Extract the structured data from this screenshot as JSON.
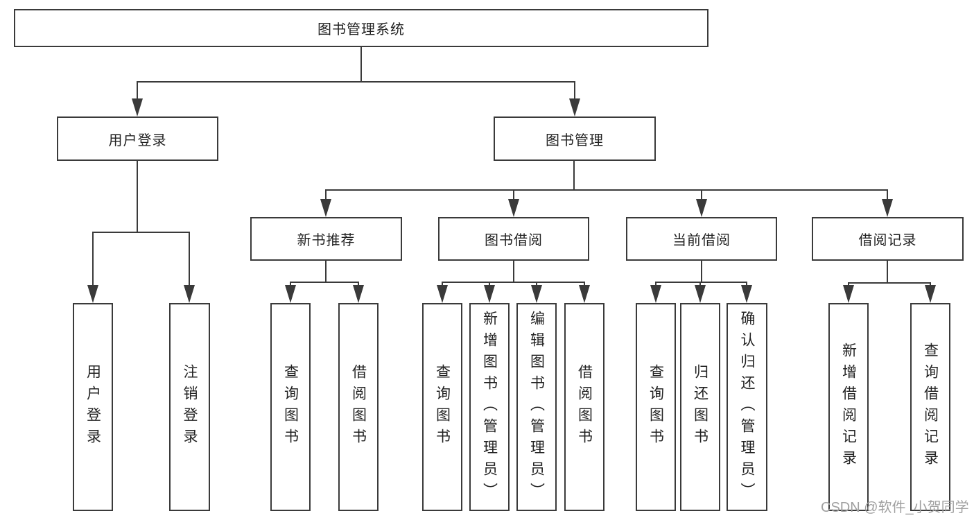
{
  "tree": {
    "root": "图书管理系统",
    "branches": [
      {
        "label": "用户登录",
        "children": [
          "用户登录",
          "注销登录"
        ]
      },
      {
        "label": "图书管理",
        "sections": [
          {
            "label": "新书推荐",
            "children": [
              "查询图书",
              "借阅图书"
            ]
          },
          {
            "label": "图书借阅",
            "children": [
              "查询图书",
              "新增图书（管理员）",
              "编辑图书（管理员）",
              "借阅图书"
            ]
          },
          {
            "label": "当前借阅",
            "children": [
              "查询图书",
              "归还图书",
              "确认归还（管理员）"
            ]
          },
          {
            "label": "借阅记录",
            "children": [
              "新增借阅记录",
              "查询借阅记录"
            ]
          }
        ]
      }
    ]
  },
  "watermark": "CSDN @软件_小贺同学",
  "colors": {
    "line": "#3a3a3a",
    "text": "#222222",
    "watermark": "#a0a0a0",
    "background": "#ffffff"
  }
}
